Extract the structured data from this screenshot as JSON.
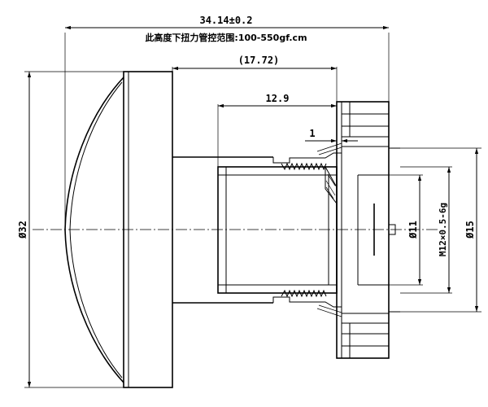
{
  "drawing": {
    "dim_overall_length": "34.14±0.2",
    "note_torque": "此高度下扭力管控范围:100-550gf.cm",
    "dim_ref_length": "(17.72)",
    "dim_thread_length": "12.9",
    "dim_step": "1",
    "dim_outer_diameter": "Ø32",
    "dim_inner_diameter": "Ø11",
    "dim_thread_spec": "M12×0.5-6g",
    "dim_flange_diameter": "Ø15"
  }
}
